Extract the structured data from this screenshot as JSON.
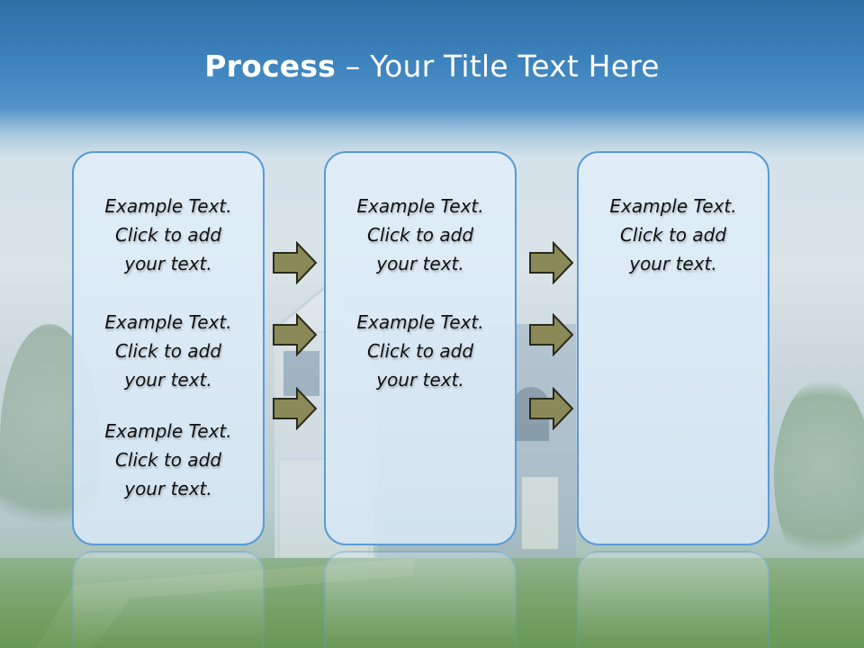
{
  "title": {
    "bold": "Process",
    "rest": " – Your Title Text Here"
  },
  "panels": [
    {
      "blocks": [
        {
          "line1": "Example Text.",
          "line2": "Click  to add",
          "line3": "your text."
        },
        {
          "line1": "Example Text.",
          "line2": "Click  to add",
          "line3": "your text."
        },
        {
          "line1": "Example Text.",
          "line2": "Click  to add",
          "line3": "your text."
        }
      ]
    },
    {
      "blocks": [
        {
          "line1": "Example Text.",
          "line2": "Click  to add",
          "line3": "your text."
        },
        {
          "line1": "Example Text.",
          "line2": "Click  to add",
          "line3": "your text."
        }
      ]
    },
    {
      "blocks": [
        {
          "line1": "Example Text.",
          "line2": "Click  to add",
          "line3": "your text."
        }
      ]
    }
  ],
  "colors": {
    "panel_border": "#5b9bd5",
    "arrow_fill": "#8a8a58",
    "arrow_stroke": "#2b2b1e",
    "title": "#ffffff"
  }
}
